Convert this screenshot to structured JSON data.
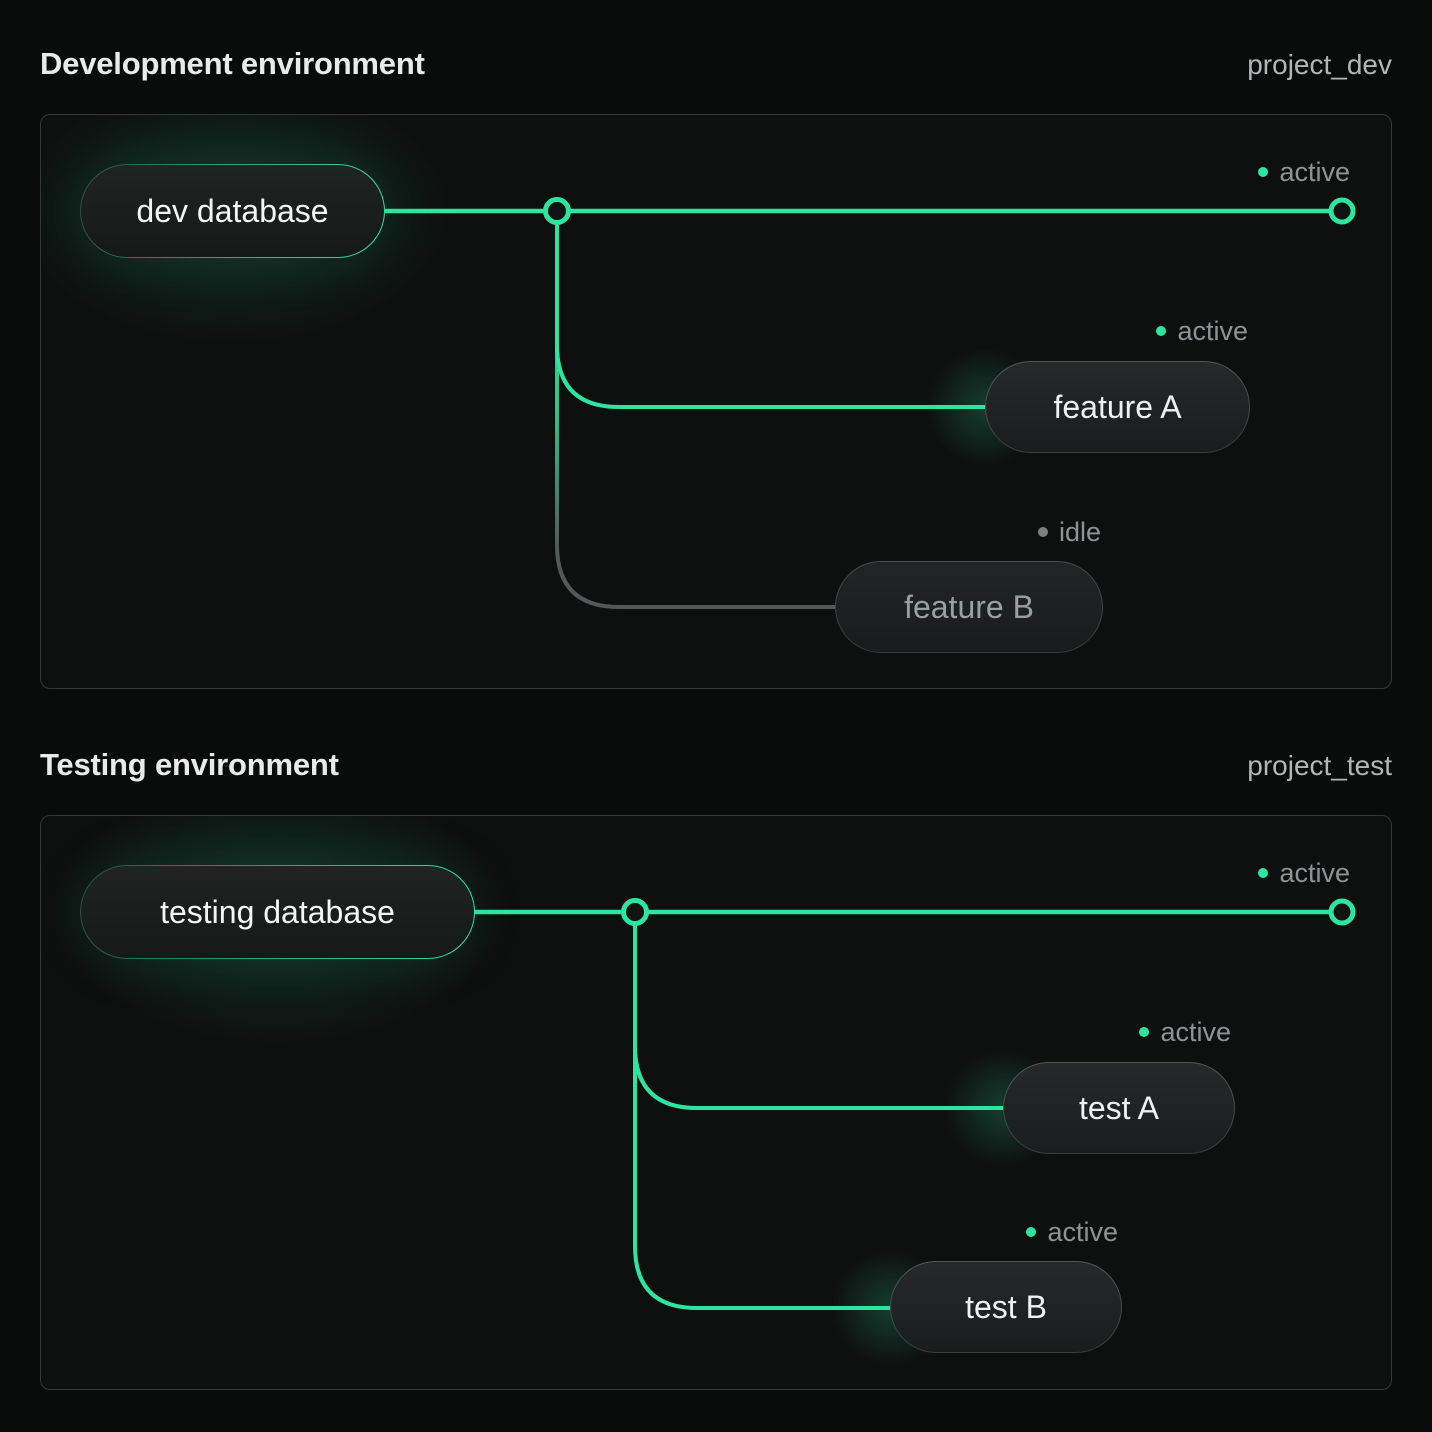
{
  "colors": {
    "accent_green": "#2ce69f",
    "idle_gray": "#53585a"
  },
  "sections": [
    {
      "title": "Development environment",
      "project_label": "project_dev",
      "database": {
        "label": "dev database"
      },
      "main_branch_status": "active",
      "branches": [
        {
          "label": "feature A",
          "status": "active"
        },
        {
          "label": "feature B",
          "status": "idle"
        }
      ]
    },
    {
      "title": "Testing environment",
      "project_label": "project_test",
      "database": {
        "label": "testing database"
      },
      "main_branch_status": "active",
      "branches": [
        {
          "label": "test A",
          "status": "active"
        },
        {
          "label": "test B",
          "status": "active"
        }
      ]
    }
  ]
}
